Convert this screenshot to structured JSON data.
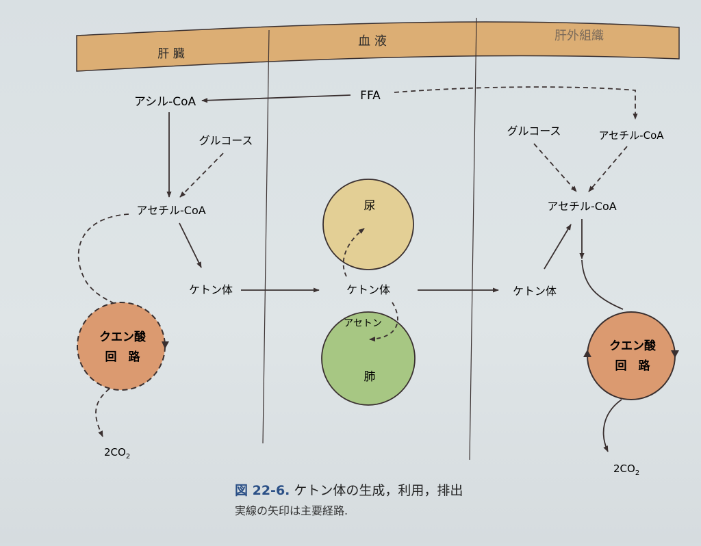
{
  "header": {
    "liver": "肝 臓",
    "blood": "血 液",
    "extrahepatic": "肝外組織"
  },
  "liver": {
    "acyl_coa": "アシル-CoA",
    "glucose": "グルコース",
    "acetyl_coa": "アセチル-CoA",
    "ketone": "ケトン体",
    "tca_line1": "クエン酸",
    "tca_line2": "回　路",
    "co2": "2CO",
    "co2_sub": "2"
  },
  "blood": {
    "ffa": "FFA",
    "urine": "尿",
    "ketone": "ケトン体",
    "acetone": "アセトン",
    "lung": "肺"
  },
  "extrahepatic": {
    "glucose": "グルコース",
    "acetyl_coa_top": "アセチル-CoA",
    "acetyl_coa": "アセチル-CoA",
    "ketone": "ケトン体",
    "tca_line1": "クエン酸",
    "tca_line2": "回　路",
    "co2": "2CO",
    "co2_sub": "2"
  },
  "caption": {
    "figure_number": "図 22-6.",
    "title": "ケトン体の生成，利用，排出",
    "note": "実線の矢印は主要経路."
  },
  "colors": {
    "header_fill": "#dcae74",
    "tca_fill": "#db9a70",
    "urine_fill": "#e3cf95",
    "lung_fill": "#a7c783",
    "line": "#3a3030"
  }
}
